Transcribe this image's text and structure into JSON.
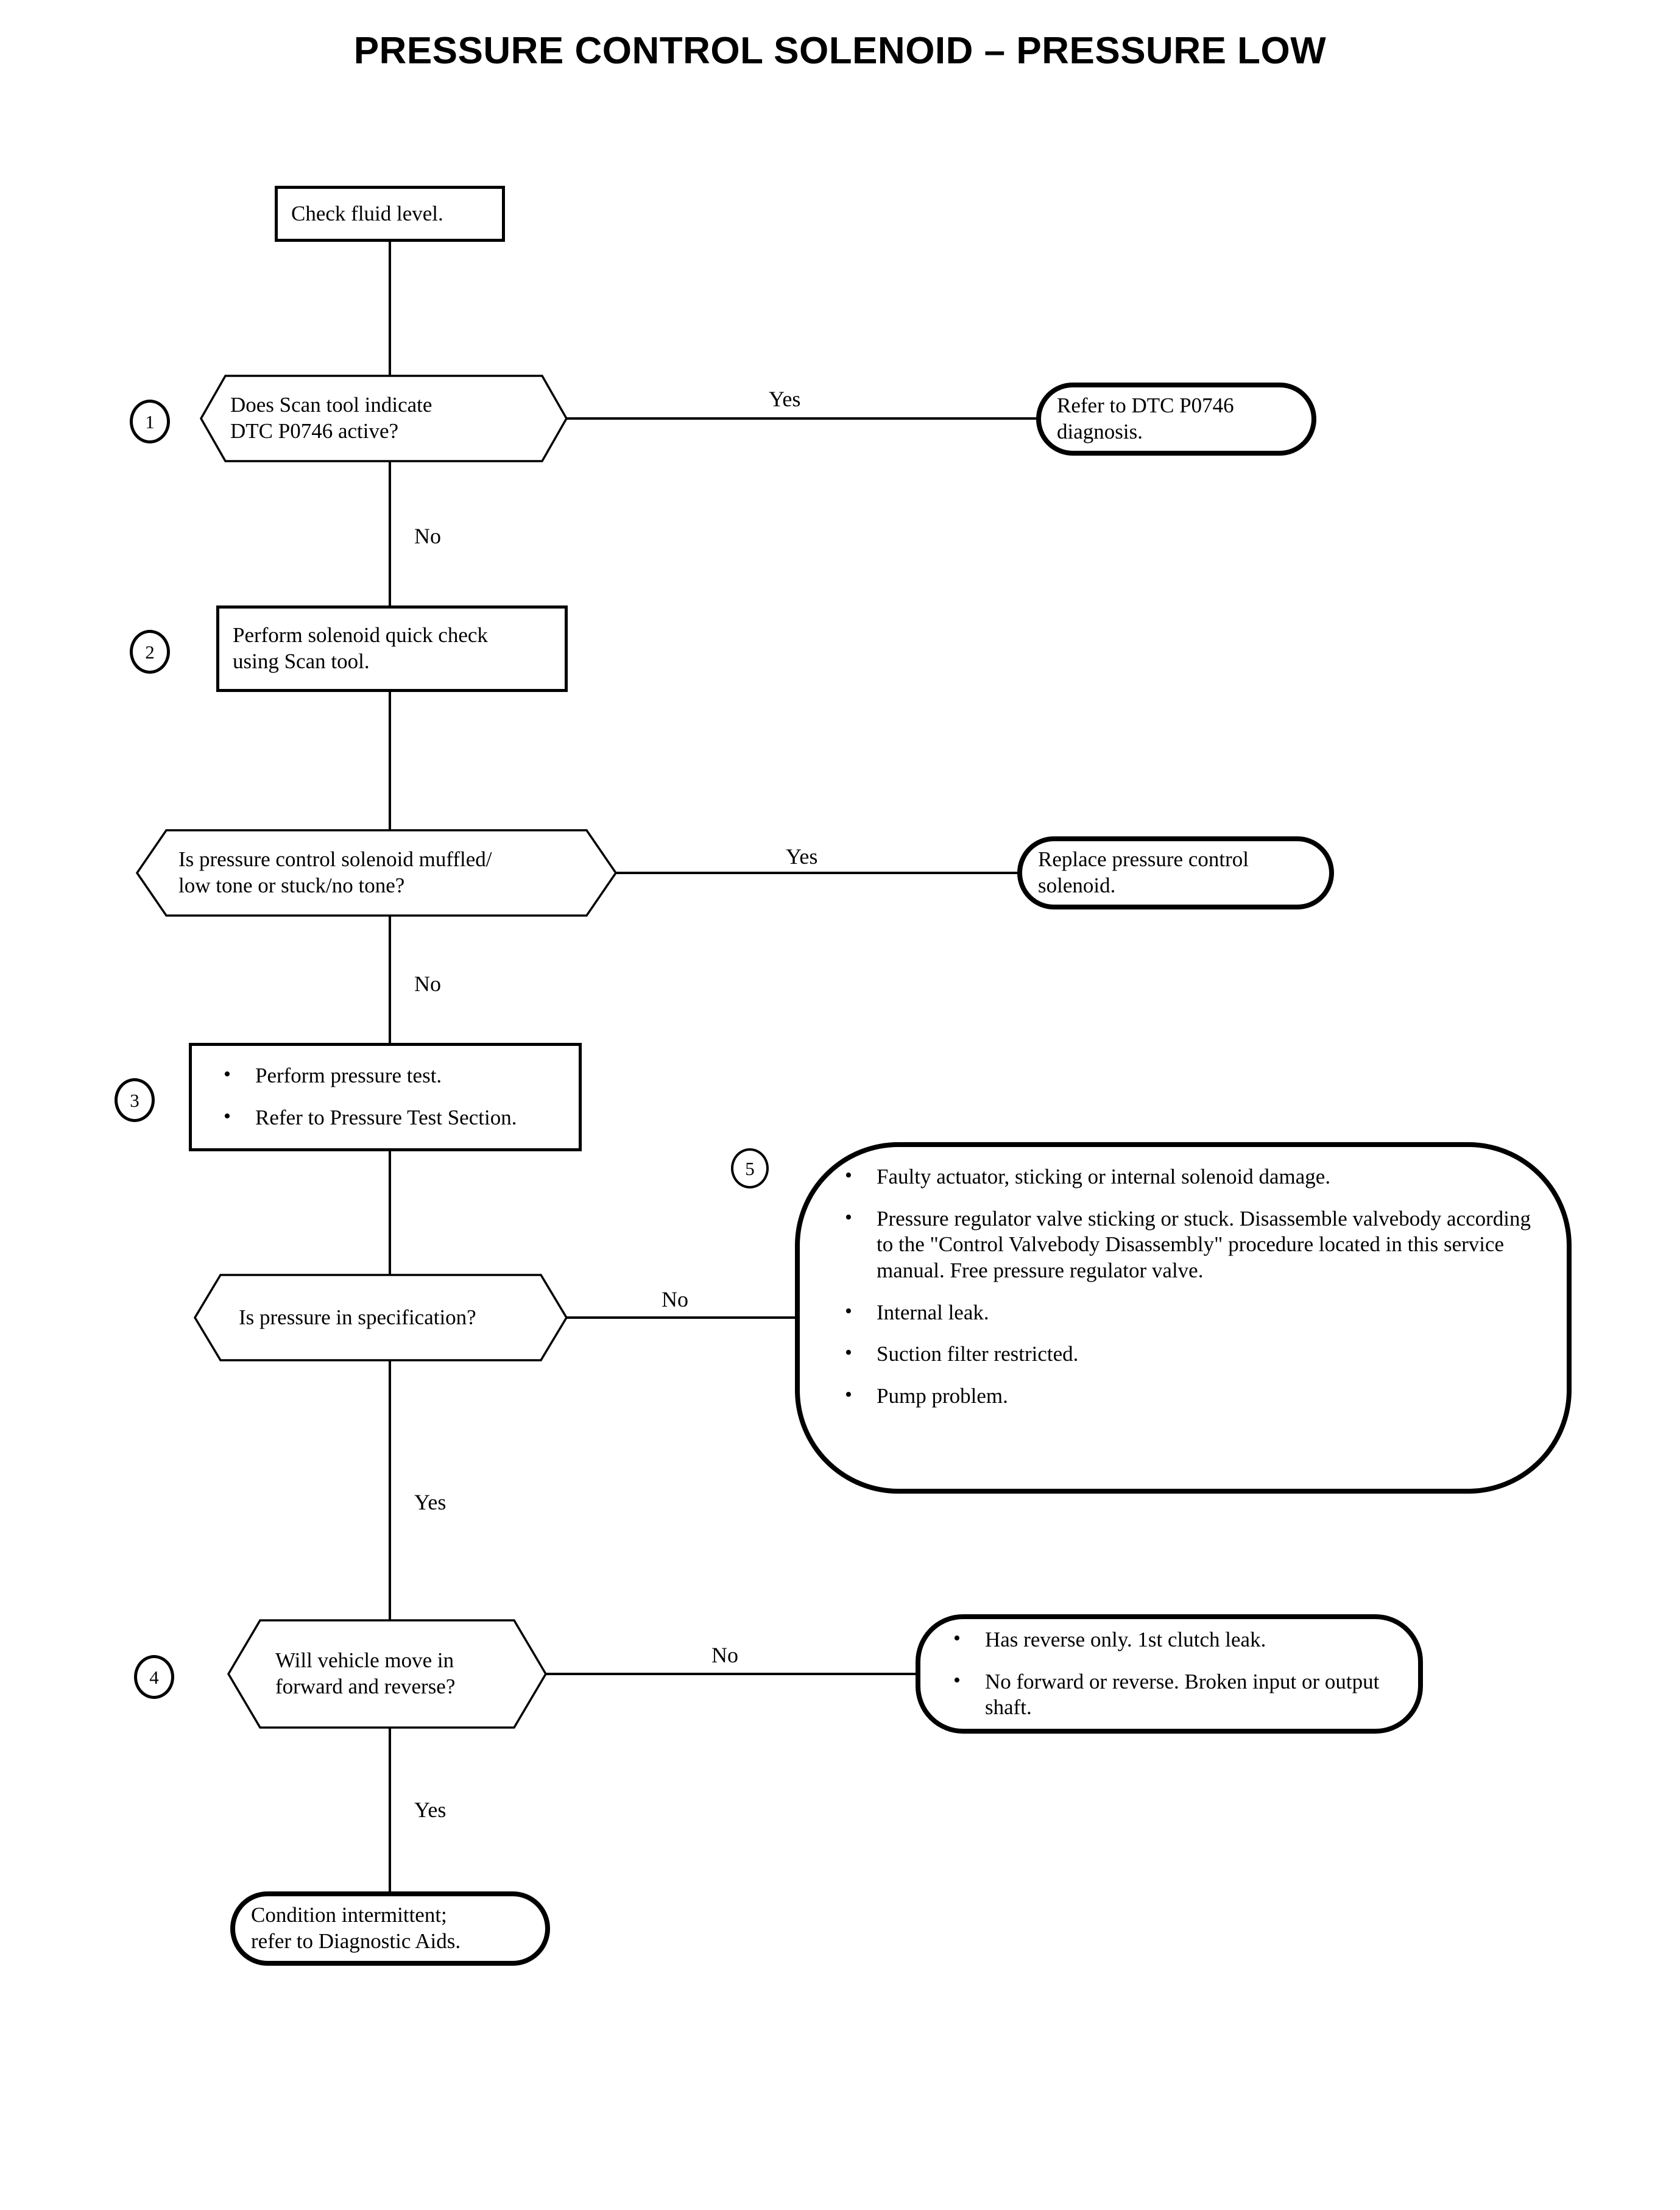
{
  "page": {
    "title": "PRESSURE CONTROL SOLENOID – PRESSURE LOW",
    "background": "#ffffff",
    "ink": "#000000"
  },
  "nodes": {
    "start": {
      "label": "Check fluid level.",
      "shape": "process"
    },
    "q1": {
      "step": "1",
      "line1": "Does Scan tool indicate",
      "line2": "DTC P0746 active?",
      "shape": "decision"
    },
    "q1_yes_out": {
      "line1": "Refer to DTC P0746",
      "line2": "diagnosis.",
      "shape": "terminal"
    },
    "s2": {
      "step": "2",
      "line1": "Perform solenoid quick check",
      "line2": "using Scan tool.",
      "shape": "process"
    },
    "q2": {
      "line1": "Is pressure control solenoid muffled/",
      "line2": "low tone or stuck/no tone?",
      "shape": "decision"
    },
    "q2_yes_out": {
      "line1": "Replace pressure control",
      "line2": "solenoid.",
      "shape": "terminal"
    },
    "s3": {
      "step": "3",
      "shape": "process",
      "bullets": [
        "Perform pressure test.",
        "Refer to Pressure Test Section."
      ]
    },
    "q3": {
      "line1": "Is pressure in specification?",
      "shape": "decision"
    },
    "n5": {
      "step": "5",
      "shape": "callout",
      "bullets": [
        "Faulty actuator, sticking or internal solenoid damage.",
        "Pressure regulator valve sticking or stuck. Disassemble valvebody according to the \"Control Valvebody Disassembly\" procedure located in this service manual. Free pressure regulator valve.",
        "Internal leak.",
        "Suction filter restricted.",
        "Pump problem."
      ]
    },
    "q4": {
      "step": "4",
      "line1": "Will vehicle move in",
      "line2": "forward and reverse?",
      "shape": "decision"
    },
    "q4_no_out": {
      "shape": "terminal",
      "bullets": [
        "Has reverse only. 1st clutch leak.",
        "No forward or reverse. Broken input or output shaft."
      ]
    },
    "end": {
      "line1": "Condition intermittent;",
      "line2": "refer to Diagnostic Aids.",
      "shape": "terminal"
    }
  },
  "edge_labels": {
    "q1_yes": "Yes",
    "q1_no": "No",
    "q2_yes": "Yes",
    "q2_no": "No",
    "q3_no": "No",
    "q3_yes": "Yes",
    "q4_no": "No",
    "q4_yes": "Yes"
  }
}
